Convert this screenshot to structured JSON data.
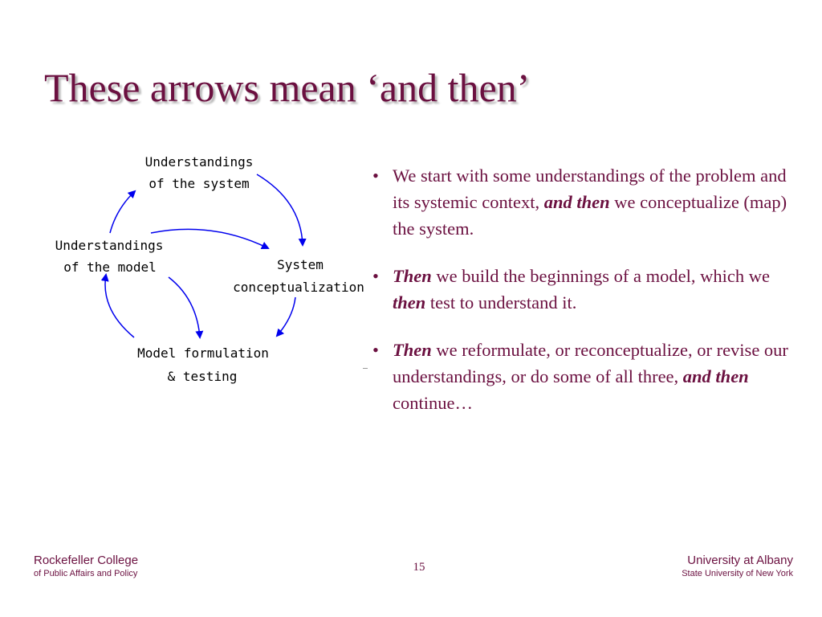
{
  "slide": {
    "title": "These arrows mean ‘and then’",
    "page_number": "15"
  },
  "diagram": {
    "nodes": {
      "understandings_system": [
        "Understandings",
        "of the system"
      ],
      "system_conceptualization": [
        "System",
        "conceptualization"
      ],
      "model_formulation": [
        "Model formulation",
        "& testing"
      ],
      "understandings_model": [
        "Understandings",
        "of the model"
      ]
    },
    "arrow_color": "#0000ee"
  },
  "bullets": [
    {
      "dot": "•",
      "parts": [
        {
          "text": "We start with some understandings of the problem and its systemic context, ",
          "emph": false
        },
        {
          "text": "and then",
          "emph": true
        },
        {
          "text": " we conceptualize (map) the system.",
          "emph": false
        }
      ]
    },
    {
      "dot": "•",
      "parts": [
        {
          "text": "Then",
          "emph": true
        },
        {
          "text": " we build the beginnings of a model, which we ",
          "emph": false
        },
        {
          "text": "then",
          "emph": true
        },
        {
          "text": " test to understand it.",
          "emph": false
        }
      ]
    },
    {
      "dot": "•",
      "parts": [
        {
          "text": "Then",
          "emph": true
        },
        {
          "text": " we reformulate, or reconceptualize, or revise our understandings, or do some of all three, ",
          "emph": false
        },
        {
          "text": "and then",
          "emph": true
        },
        {
          "text": " continue…",
          "emph": false
        }
      ]
    }
  ],
  "footer": {
    "left_line1": "Rockefeller College",
    "left_line2": "of Public Affairs and Policy",
    "right_line1": "University at Albany",
    "right_line2": "State University of New York"
  },
  "colors": {
    "accent": "#6b1040",
    "arrow": "#0000ee"
  }
}
